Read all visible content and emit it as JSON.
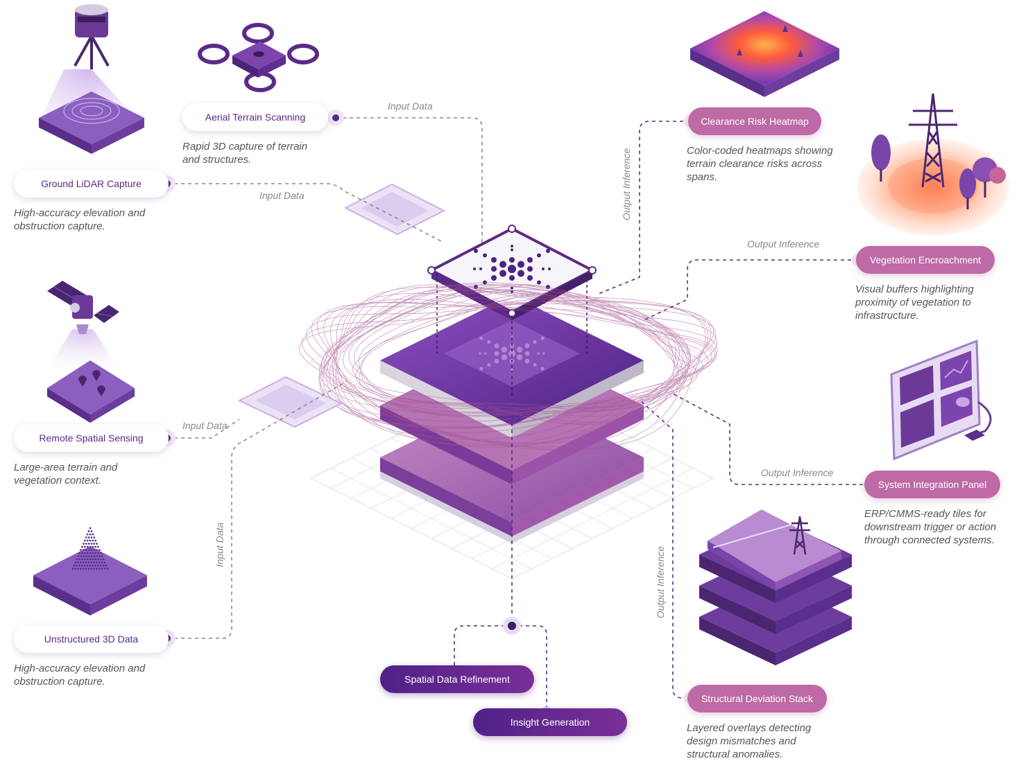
{
  "inputs": [
    {
      "label": "Aerial Terrain Scanning",
      "desc": [
        "Rapid 3D capture of terrain",
        "and structures."
      ]
    },
    {
      "label": "Ground LiDAR Capture",
      "desc": [
        "High-accuracy elevation and",
        "obstruction capture."
      ]
    },
    {
      "label": "Remote Spatial Sensing",
      "desc": [
        "Large-area terrain and",
        "vegetation context."
      ]
    },
    {
      "label": "Unstructured 3D Data",
      "desc": [
        "High-accuracy elevation and",
        "obstruction capture."
      ]
    }
  ],
  "outputs": [
    {
      "label": "Clearance Risk Heatmap",
      "desc": [
        "Color-coded heatmaps showing",
        "terrain clearance risks across",
        "spans."
      ]
    },
    {
      "label": "Vegetation Encroachment",
      "desc": [
        "Visual buffers highlighting",
        "proximity of vegetation to",
        "infrastructure."
      ]
    },
    {
      "label": "System Integration Panel",
      "desc": [
        "ERP/CMMS-ready tiles for",
        "downstream trigger or action",
        "through connected systems."
      ]
    },
    {
      "label": "Structural Deviation Stack",
      "desc": [
        "Layered overlays detecting",
        "design mismatches and",
        "structural anomalies."
      ]
    }
  ],
  "core": {
    "refinement": "Spatial Data Refinement",
    "insight": "Insight Generation"
  },
  "flow_labels": {
    "input": "Input Data",
    "output": "Output Inference"
  },
  "colors": {
    "primary": "#5b2a86",
    "accent": "#bd6aa6",
    "line": "#8a8a8a",
    "out_line": "#6a2a8e"
  }
}
